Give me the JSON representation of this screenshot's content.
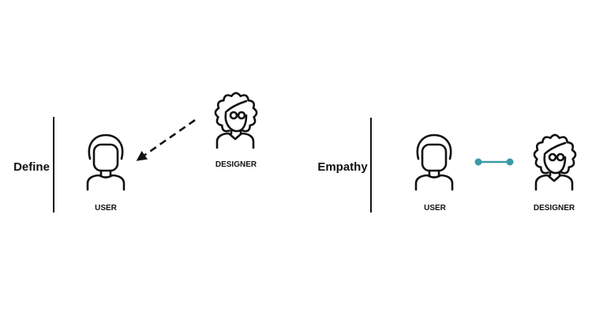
{
  "panels": [
    {
      "title": "Define",
      "user_label": "USER",
      "designer_label": "DESIGNER",
      "connector": "dashed-arrow-designer-to-user"
    },
    {
      "title": "Empathy",
      "user_label": "USER",
      "designer_label": "DESIGNER",
      "connector": "solid-line-with-dots"
    }
  ],
  "colors": {
    "ink": "#111111",
    "accent": "#3a9aa5"
  },
  "icons": [
    "user-icon",
    "designer-icon"
  ]
}
